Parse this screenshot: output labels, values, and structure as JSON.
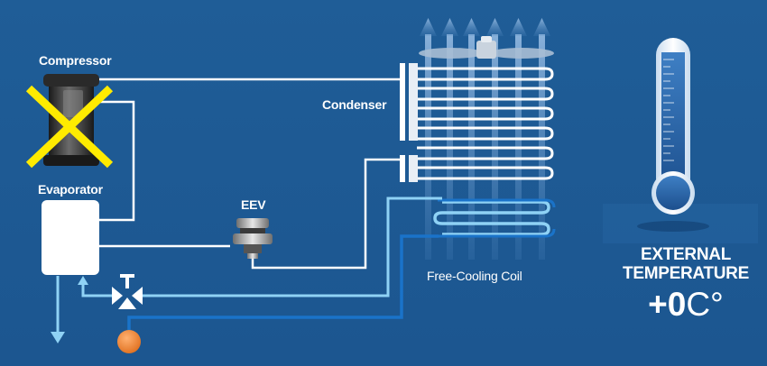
{
  "labels": {
    "compressor": "Compressor",
    "condenser": "Condenser",
    "evaporator": "Evaporator",
    "eev": "EEV",
    "free_cooling_coil": "Free-Cooling Coil"
  },
  "thermometer": {
    "label_line1": "EXTERNAL",
    "label_line2": "TEMPERATURE",
    "value": "+0",
    "unit": "C°"
  },
  "colors": {
    "background": "#1e5a93",
    "refrigerant_line": "#ffffff",
    "water_line_light": "#8fd2f5",
    "water_line_dark": "#1a73c9",
    "compressor_disabled_mark": "#ffeb00",
    "pump": "#f28c3a"
  },
  "icons": {
    "compressor": "compressor-icon",
    "disabled_mark": "cross-icon",
    "fan": "fan-icon",
    "valve": "three-way-valve-icon",
    "pump": "pump-icon",
    "thermometer": "thermometer-icon"
  }
}
